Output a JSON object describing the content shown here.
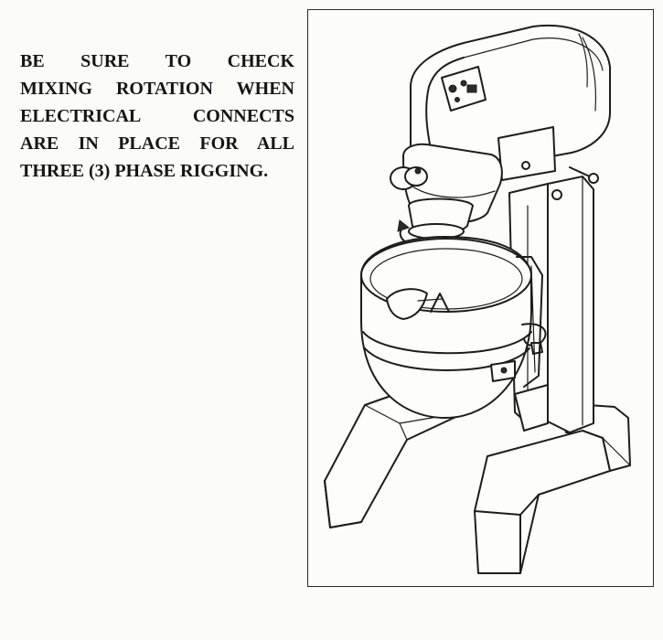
{
  "notice": {
    "lines": [
      "BE SURE TO CHECK",
      "MIXING ROTATION WHEN",
      "ELECTRICAL CONNECTS",
      "ARE IN PLACE FOR ALL",
      "THREE (3) PHASE RIGGING."
    ]
  },
  "figure": {
    "icon": "stand-mixer-illustration"
  }
}
